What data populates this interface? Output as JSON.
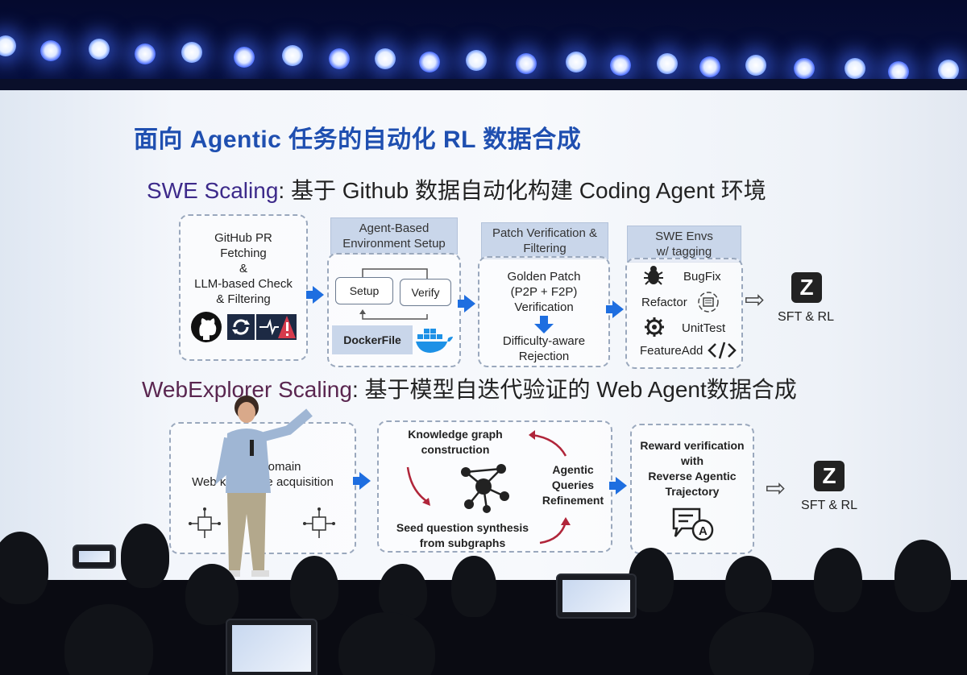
{
  "slide": {
    "title": "面向 Agentic 任务的自动化 RL 数据合成",
    "swe": {
      "title_prefix": "SWE Scaling",
      "title_rest": ": 基于 Github 数据自动化构建 Coding Agent 环境",
      "box1_lines": [
        "GitHub PR",
        "Fetching",
        "&",
        "LLM-based Check",
        "& Filtering"
      ],
      "box2_header": [
        "Agent-Based",
        "Environment Setup"
      ],
      "box2_setup": "Setup",
      "box2_verify": "Verify",
      "box2_docker": "DockerFile",
      "box3_header": [
        "Patch Verification &",
        "Filtering"
      ],
      "box3_lines": [
        "Golden Patch",
        "(P2P + F2P)",
        "Verification"
      ],
      "box3_bottom": [
        "Difficulty-aware",
        "Rejection"
      ],
      "box4_header": [
        "SWE Envs",
        "w/ tagging"
      ],
      "tags": [
        "BugFix",
        "Refactor",
        "UnitTest",
        "FeatureAdd"
      ],
      "output": "SFT & RL"
    },
    "web": {
      "title_prefix": "WebExplorer Scaling",
      "title_rest": ": 基于模型自迭代验证的 Web Agent数据合成",
      "box1_lines": [
        "m          omain",
        "Web kno        e acquisition"
      ],
      "box2_kg": [
        "Knowledge graph",
        "construction"
      ],
      "box2_queries": [
        "Agentic",
        "Queries",
        "Refinement"
      ],
      "box2_seed": [
        "Seed question synthesis",
        "from subgraphs"
      ],
      "box3_lines": [
        "Reward verification",
        "with",
        "Reverse Agentic",
        "Trajectory"
      ],
      "output": "SFT & RL"
    }
  },
  "icons": {
    "github": "github-icon",
    "sync": "sync-icon",
    "alert": "alert-icon",
    "docker": "docker-whale-icon",
    "bug": "bug-icon",
    "refactor": "refactor-icon",
    "gear": "gear-icon",
    "code": "code-icon",
    "graph": "graph-network-icon",
    "chat": "chat-answer-icon",
    "zhipu": "z-logo-icon"
  },
  "colors": {
    "title_blue": "#1f4fb0",
    "arrow_blue": "#1e6ee0",
    "stage_blue": "#0d1f66"
  }
}
